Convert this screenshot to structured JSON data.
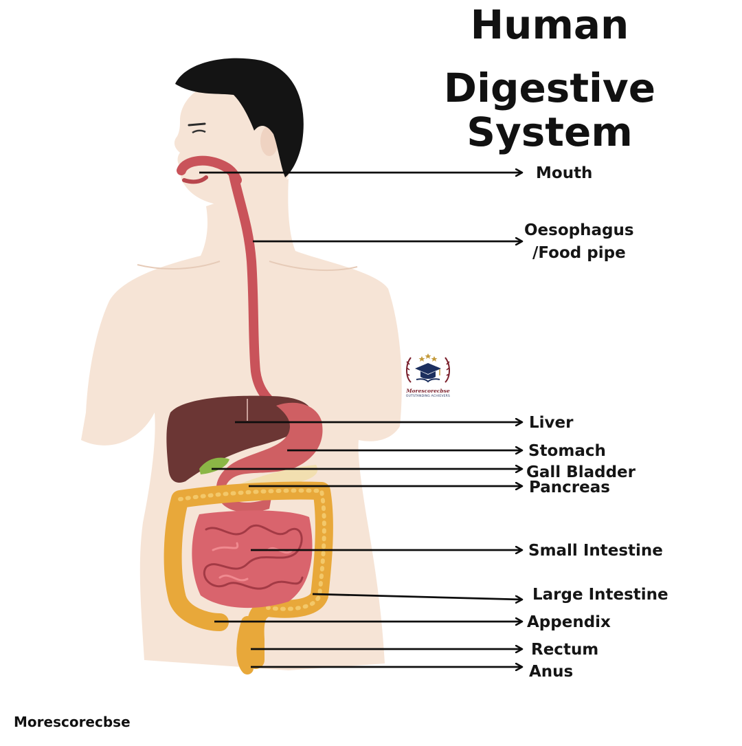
{
  "title": {
    "line1": "Human",
    "line2": "Digestive System"
  },
  "labels": {
    "mouth": "Mouth",
    "oesophagus_line1": "Oesophagus",
    "oesophagus_line2": "/Food pipe",
    "liver": "Liver",
    "stomach": "Stomach",
    "gall_bladder": "Gall Bladder",
    "pancreas": "Pancreas",
    "small_intestine": "Small Intestine",
    "large_intestine": "Large Intestine",
    "appendix": "Appendix",
    "rectum": "Rectum",
    "anus": "Anus"
  },
  "logo": {
    "name": "Morescorecbse",
    "tagline": "OUTSTANDING ACHIEVERS"
  },
  "footer": {
    "credit": "Morescorecbse"
  },
  "colors": {
    "skin": "#f6e4d6",
    "hair": "#141414",
    "organ_red": "#c9535a",
    "liver": "#6b3634",
    "colon": "#e8a83a",
    "small_intestine": "#d9646d",
    "arrow": "#0d0d0d"
  }
}
